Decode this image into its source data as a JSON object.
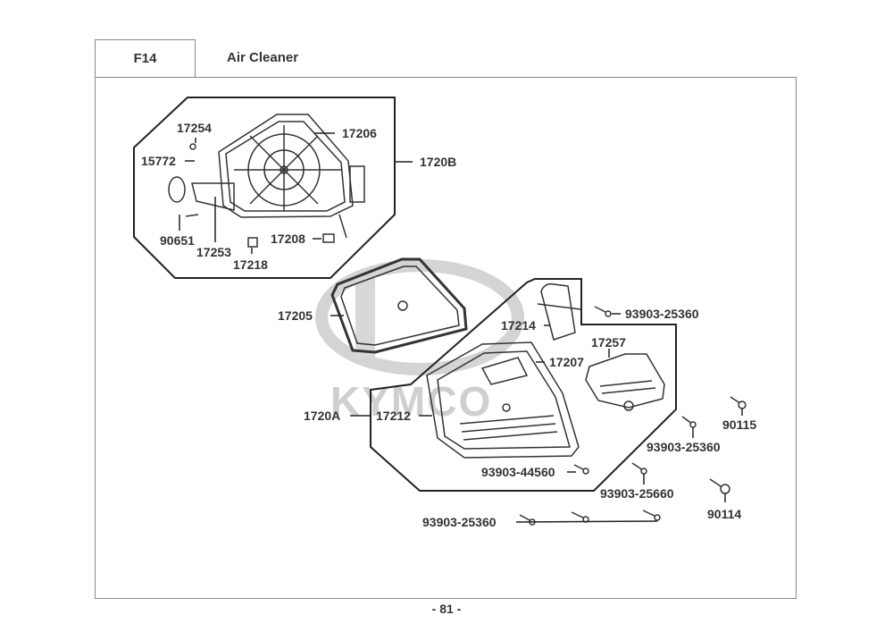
{
  "header": {
    "section_code": "F14",
    "title": "Air Cleaner"
  },
  "watermark": "KYMCO",
  "page_number": "- 81 -",
  "parts": {
    "p1720B": "1720B",
    "p17206": "17206",
    "p17254": "17254",
    "p15772": "15772",
    "p90651": "90651",
    "p17253": "17253",
    "p17218": "17218",
    "p17208": "17208",
    "p17205": "17205",
    "p17214": "17214",
    "p17207": "17207",
    "p17257": "17257",
    "p1720A": "1720A",
    "p17212": "17212",
    "s9390325360a": "93903-25360",
    "s9390344560": "93903-44560",
    "s9390325660": "93903-25660",
    "s9390325360b": "93903-25360",
    "s9390325360c": "93903-25360",
    "p90115": "90115",
    "p90114": "90114"
  }
}
